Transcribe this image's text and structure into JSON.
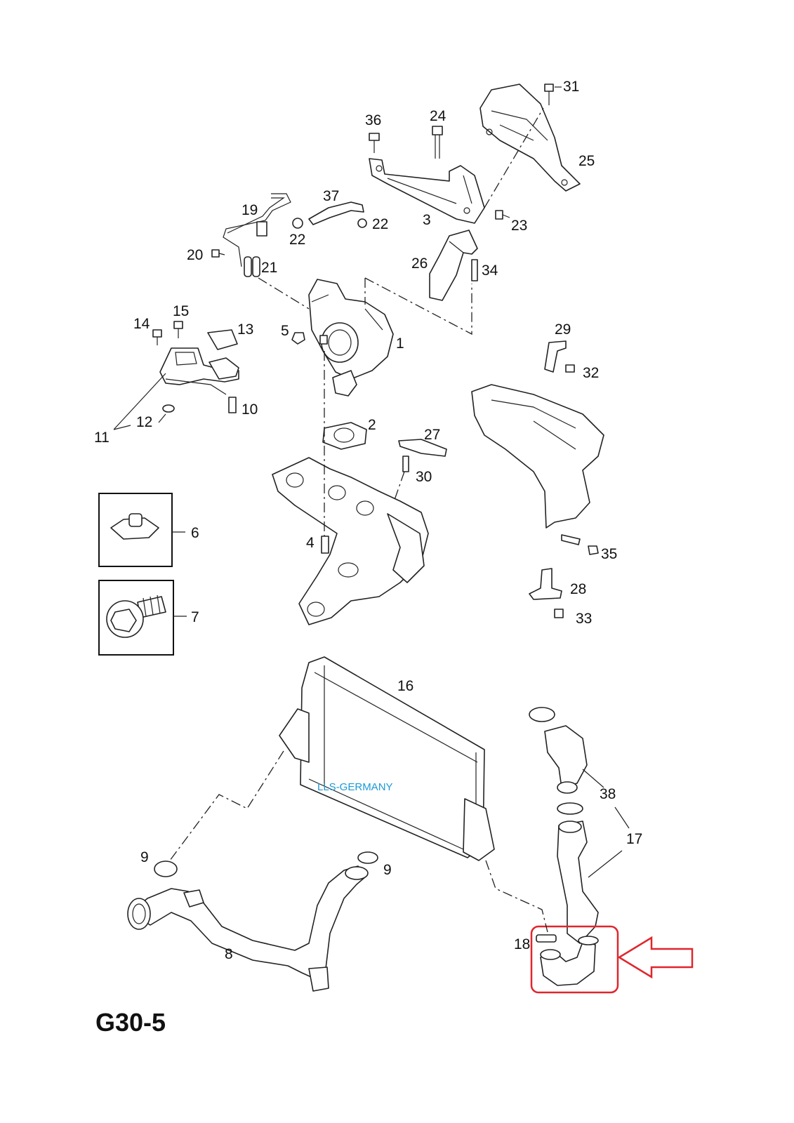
{
  "diagram_code": "G30-5",
  "watermark": "LLS-GERMANY",
  "highlight_color": "#e0262d",
  "callouts": {
    "c1": "1",
    "c2": "2",
    "c3": "3",
    "c4": "4",
    "c5": "5",
    "c6": "6",
    "c7": "7",
    "c8": "8",
    "c9a": "9",
    "c9b": "9",
    "c10": "10",
    "c11": "11",
    "c12": "12",
    "c13": "13",
    "c14": "14",
    "c15": "15",
    "c16": "16",
    "c17": "17",
    "c18": "18",
    "c19": "19",
    "c20": "20",
    "c21": "21",
    "c22a": "22",
    "c22b": "22",
    "c23": "23",
    "c24": "24",
    "c25": "25",
    "c26": "26",
    "c27": "27",
    "c28": "28",
    "c29": "29",
    "c30": "30",
    "c31": "31",
    "c32": "32",
    "c33": "33",
    "c34": "34",
    "c35": "35",
    "c36": "36",
    "c37": "37",
    "c38": "38"
  }
}
